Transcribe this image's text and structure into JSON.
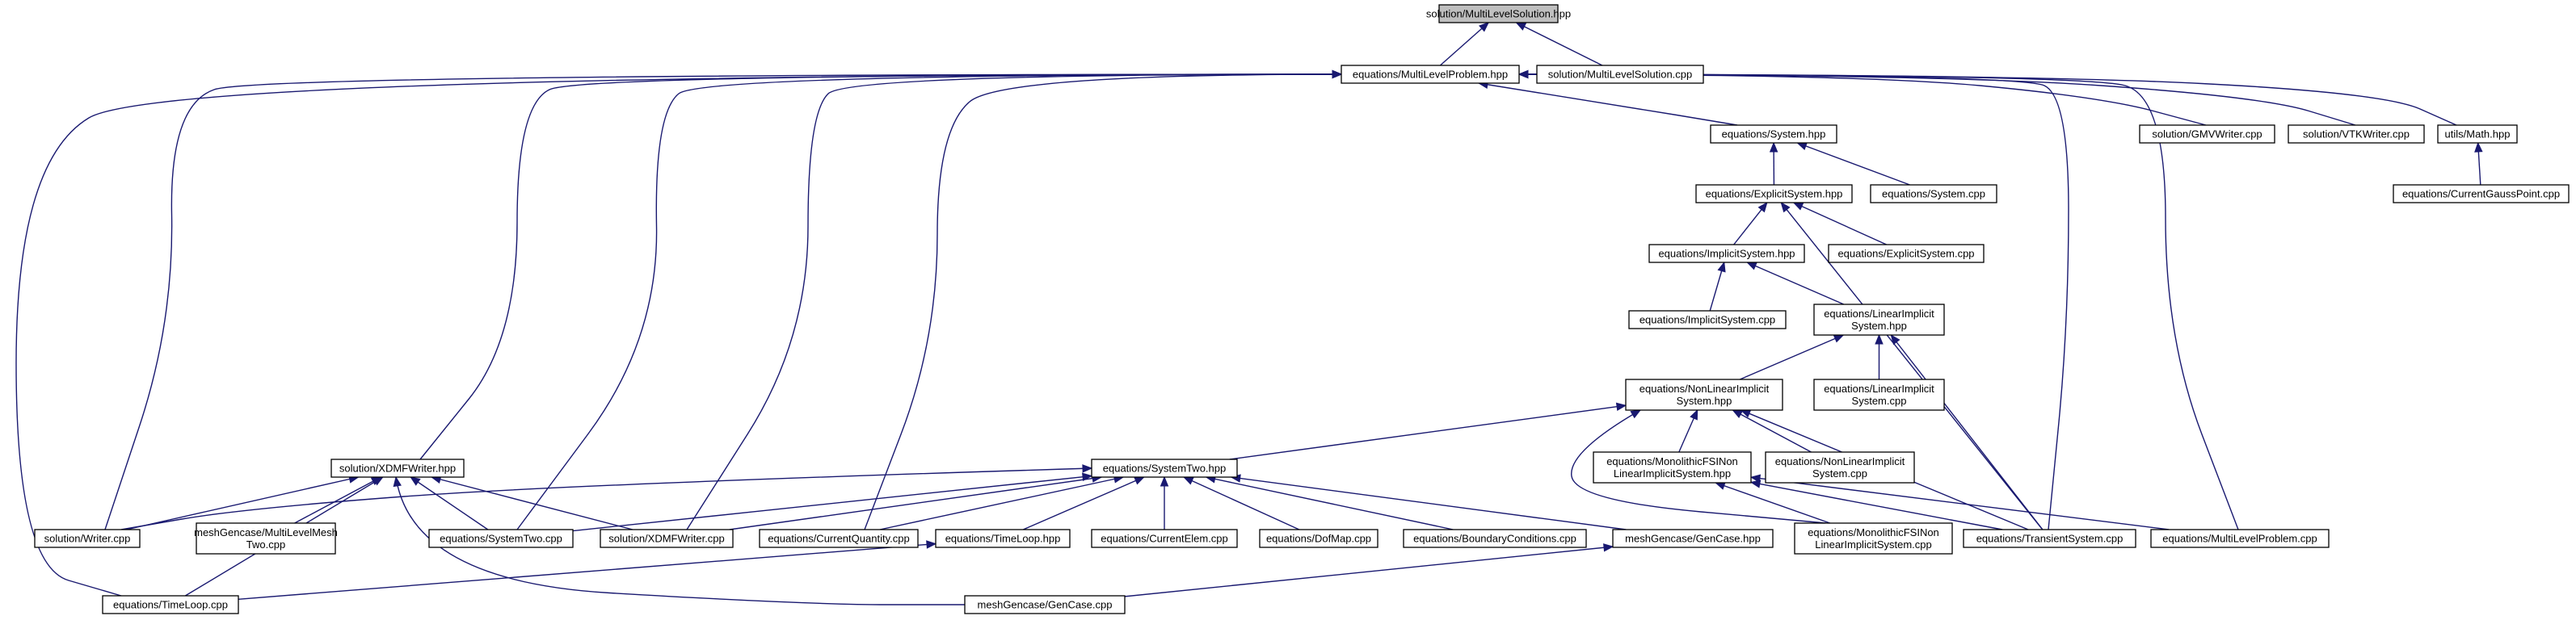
{
  "graph": {
    "nodes": [
      {
        "id": "root",
        "lines": [
          "solution/MultiLevelSolution.hpp"
        ],
        "root": true
      },
      {
        "id": "mlp_hpp",
        "lines": [
          "equations/MultiLevelProblem.hpp"
        ]
      },
      {
        "id": "mls_cpp",
        "lines": [
          "solution/MultiLevelSolution.cpp"
        ]
      },
      {
        "id": "system_hpp",
        "lines": [
          "equations/System.hpp"
        ]
      },
      {
        "id": "gmv_cpp",
        "lines": [
          "solution/GMVWriter.cpp"
        ]
      },
      {
        "id": "vtk_cpp",
        "lines": [
          "solution/VTKWriter.cpp"
        ]
      },
      {
        "id": "math_hpp",
        "lines": [
          "utils/Math.hpp"
        ]
      },
      {
        "id": "explicit_hpp",
        "lines": [
          "equations/ExplicitSystem.hpp"
        ]
      },
      {
        "id": "system_cpp",
        "lines": [
          "equations/System.cpp"
        ]
      },
      {
        "id": "cgp_cpp",
        "lines": [
          "equations/CurrentGaussPoint.cpp"
        ]
      },
      {
        "id": "implicit_hpp",
        "lines": [
          "equations/ImplicitSystem.hpp"
        ]
      },
      {
        "id": "explicit_cpp",
        "lines": [
          "equations/ExplicitSystem.cpp"
        ]
      },
      {
        "id": "implicit_cpp",
        "lines": [
          "equations/ImplicitSystem.cpp"
        ]
      },
      {
        "id": "linimp_hpp",
        "lines": [
          "equations/LinearImplicit",
          "System.hpp"
        ]
      },
      {
        "id": "nonlin_hpp",
        "lines": [
          "equations/NonLinearImplicit",
          "System.hpp"
        ]
      },
      {
        "id": "linimp_cpp",
        "lines": [
          "equations/LinearImplicit",
          "System.cpp"
        ]
      },
      {
        "id": "xdmf_hpp",
        "lines": [
          "solution/XDMFWriter.hpp"
        ]
      },
      {
        "id": "systwo_hpp",
        "lines": [
          "equations/SystemTwo.hpp"
        ]
      },
      {
        "id": "mfsi_hpp",
        "lines": [
          "equations/MonolithicFSINon",
          "LinearImplicitSystem.hpp"
        ]
      },
      {
        "id": "nonlin_cpp",
        "lines": [
          "equations/NonLinearImplicit",
          "System.cpp"
        ]
      },
      {
        "id": "writer_cpp",
        "lines": [
          "solution/Writer.cpp"
        ]
      },
      {
        "id": "mlmt_cpp",
        "lines": [
          "meshGencase/MultiLevelMesh",
          "Two.cpp"
        ]
      },
      {
        "id": "systwo_cpp",
        "lines": [
          "equations/SystemTwo.cpp"
        ]
      },
      {
        "id": "xdmf_cpp",
        "lines": [
          "solution/XDMFWriter.cpp"
        ]
      },
      {
        "id": "cq_cpp",
        "lines": [
          "equations/CurrentQuantity.cpp"
        ]
      },
      {
        "id": "tl_hpp",
        "lines": [
          "equations/TimeLoop.hpp"
        ]
      },
      {
        "id": "ce_cpp",
        "lines": [
          "equations/CurrentElem.cpp"
        ]
      },
      {
        "id": "dof_cpp",
        "lines": [
          "equations/DofMap.cpp"
        ]
      },
      {
        "id": "bc_cpp",
        "lines": [
          "equations/BoundaryConditions.cpp"
        ]
      },
      {
        "id": "gc_hpp",
        "lines": [
          "meshGencase/GenCase.hpp"
        ]
      },
      {
        "id": "mfsi_cpp",
        "lines": [
          "equations/MonolithicFSINon",
          "LinearImplicitSystem.cpp"
        ]
      },
      {
        "id": "ts_cpp",
        "lines": [
          "equations/TransientSystem.cpp"
        ]
      },
      {
        "id": "mlp_cpp",
        "lines": [
          "equations/MultiLevelProblem.cpp"
        ]
      },
      {
        "id": "tl_cpp",
        "lines": [
          "equations/TimeLoop.cpp"
        ]
      },
      {
        "id": "gc_cpp",
        "lines": [
          "meshGencase/GenCase.cpp"
        ]
      }
    ],
    "edges": [
      [
        "root",
        "mlp_hpp"
      ],
      [
        "root",
        "mls_cpp"
      ],
      [
        "mlp_hpp",
        "system_hpp"
      ],
      [
        "mlp_hpp",
        "gmv_cpp"
      ],
      [
        "mlp_hpp",
        "vtk_cpp"
      ],
      [
        "mlp_hpp",
        "math_hpp"
      ],
      [
        "mlp_hpp",
        "xdmf_hpp"
      ],
      [
        "mlp_hpp",
        "writer_cpp"
      ],
      [
        "mlp_hpp",
        "tl_cpp"
      ],
      [
        "mlp_hpp",
        "systwo_cpp"
      ],
      [
        "mlp_hpp",
        "xdmf_cpp"
      ],
      [
        "mlp_hpp",
        "cq_cpp"
      ],
      [
        "mlp_hpp",
        "ts_cpp"
      ],
      [
        "mlp_hpp",
        "mlp_cpp"
      ],
      [
        "system_hpp",
        "explicit_hpp"
      ],
      [
        "system_hpp",
        "system_cpp"
      ],
      [
        "math_hpp",
        "cgp_cpp"
      ],
      [
        "explicit_hpp",
        "implicit_hpp"
      ],
      [
        "explicit_hpp",
        "explicit_cpp"
      ],
      [
        "explicit_hpp",
        "ts_cpp"
      ],
      [
        "implicit_hpp",
        "implicit_cpp"
      ],
      [
        "implicit_hpp",
        "linimp_hpp"
      ],
      [
        "linimp_hpp",
        "nonlin_hpp"
      ],
      [
        "linimp_hpp",
        "linimp_cpp"
      ],
      [
        "linimp_hpp",
        "ts_cpp"
      ],
      [
        "nonlin_hpp",
        "systwo_hpp"
      ],
      [
        "nonlin_hpp",
        "mfsi_hpp"
      ],
      [
        "nonlin_hpp",
        "nonlin_cpp"
      ],
      [
        "nonlin_hpp",
        "ts_cpp"
      ],
      [
        "nonlin_hpp",
        "mfsi_cpp"
      ],
      [
        "xdmf_hpp",
        "writer_cpp"
      ],
      [
        "xdmf_hpp",
        "mlmt_cpp"
      ],
      [
        "xdmf_hpp",
        "systwo_cpp"
      ],
      [
        "xdmf_hpp",
        "xdmf_cpp"
      ],
      [
        "xdmf_hpp",
        "tl_cpp"
      ],
      [
        "xdmf_hpp",
        "gc_cpp"
      ],
      [
        "systwo_hpp",
        "systwo_cpp"
      ],
      [
        "systwo_hpp",
        "xdmf_cpp"
      ],
      [
        "systwo_hpp",
        "cq_cpp"
      ],
      [
        "systwo_hpp",
        "tl_hpp"
      ],
      [
        "systwo_hpp",
        "ce_cpp"
      ],
      [
        "systwo_hpp",
        "dof_cpp"
      ],
      [
        "systwo_hpp",
        "bc_cpp"
      ],
      [
        "systwo_hpp",
        "gc_hpp"
      ],
      [
        "systwo_hpp",
        "writer_cpp"
      ],
      [
        "mfsi_hpp",
        "mfsi_cpp"
      ],
      [
        "mfsi_hpp",
        "ts_cpp"
      ],
      [
        "mfsi_hpp",
        "mlp_cpp"
      ],
      [
        "tl_hpp",
        "tl_cpp"
      ],
      [
        "gc_hpp",
        "gc_cpp"
      ]
    ]
  },
  "colors": {
    "edge": "#191970",
    "node_border": "#000000",
    "node_fill": "#ffffff",
    "root_fill": "#bfbfbf"
  }
}
